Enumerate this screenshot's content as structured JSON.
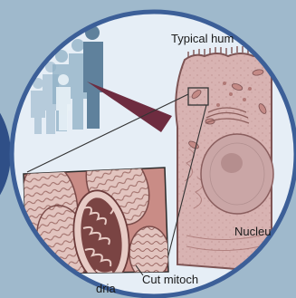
{
  "diagram": {
    "labels": {
      "title_partial": "Typical hum",
      "nucleus_partial": "Nucleu",
      "cut_mito_partial": "Cut mitoch",
      "mito_partial": "dria"
    },
    "colors": {
      "background": "#9fb9cc",
      "circle_fill": "#e6eef6",
      "circle_border": "#3c5f98",
      "cell_fill": "#d9b6b4",
      "cell_outline": "#8a5a5a",
      "mito_fill": "#e1c0bb",
      "mito_stripe": "#7a4a48",
      "people": "#8fb0c6",
      "arrow": "#6b2a3c"
    },
    "icons": [
      "people-silhouettes",
      "cell-illustration",
      "mitochondria-zoom",
      "pointer-arrow"
    ]
  }
}
